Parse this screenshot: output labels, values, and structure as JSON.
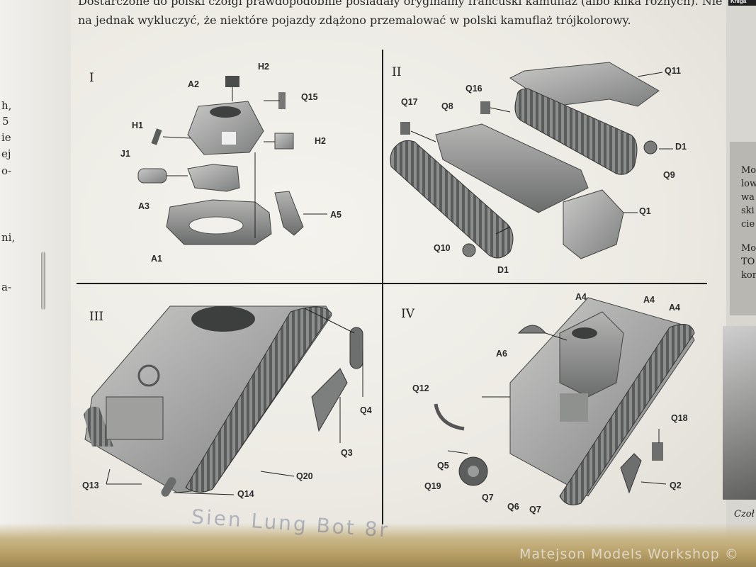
{
  "header": {
    "line1": "Dostarczone do polski czołgi prawdopodobnie posiadały oryginalny francuski kamuflaż (albo kilka różnych). Nie moż-",
    "line2": "na jednak wykluczyć, że niektóre pojazdy zdążono przemalować w polski kamuflaż trójkolorowy."
  },
  "left_fragments": [
    "h,",
    "5",
    "ie",
    "ej",
    "o-",
    "ni,",
    "a-"
  ],
  "right_fragments": [
    "Mo",
    "low",
    "wa",
    "ski",
    "cie",
    "Mo",
    "TO",
    "kor"
  ],
  "right_caption": "Czoł",
  "right_tab": "Kniga",
  "panels": {
    "p1": {
      "number": "I",
      "labels": [
        "H2",
        "A2",
        "Q15",
        "H1",
        "H2",
        "J1",
        "A3",
        "A5",
        "A1"
      ]
    },
    "p2": {
      "number": "II",
      "labels": [
        "Q11",
        "Q16",
        "Q17",
        "Q8",
        "D1",
        "Q9",
        "Q1",
        "Q10",
        "D1"
      ]
    },
    "p3": {
      "number": "III",
      "labels": [
        "Q4",
        "Q3",
        "Q20",
        "Q13",
        "Q14"
      ]
    },
    "p4": {
      "number": "IV",
      "labels": [
        "A4",
        "A4",
        "A4",
        "A6",
        "Q12",
        "Q18",
        "Q5",
        "Q19",
        "Q2",
        "Q7",
        "Q6",
        "Q7"
      ]
    }
  },
  "stamp_text": "Sien Lung Bot 8r",
  "watermark": "Matejson Models Workshop ©"
}
